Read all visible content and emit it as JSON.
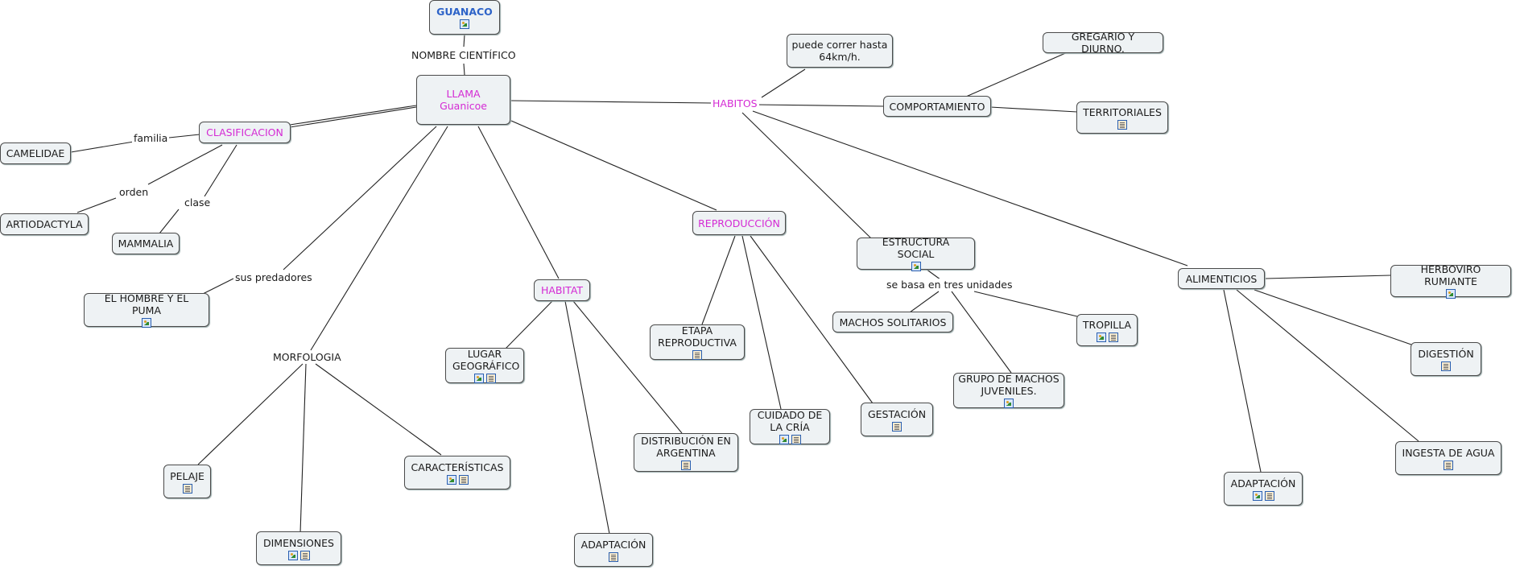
{
  "diagram": {
    "nodes": {
      "guanaco": {
        "text": "GUANACO"
      },
      "llama": {
        "text": "LLAMA Guanicoe"
      },
      "clasificacion": {
        "text": "CLASIFICACION"
      },
      "camelidae": {
        "text": "CAMELIDAE"
      },
      "artiodactyla": {
        "text": "ARTIODACTYLA"
      },
      "mammalia": {
        "text": "MAMMALIA"
      },
      "hombre_puma": {
        "text": "EL HOMBRE Y EL PUMA"
      },
      "pelaje": {
        "text": "PELAJE"
      },
      "dimensiones": {
        "text": "DIMENSIONES"
      },
      "caracteristicas": {
        "text": "CARACTERÍSTICAS"
      },
      "habitat": {
        "text": "HABITAT"
      },
      "lugar": {
        "text": "LUGAR GEOGRÁFICO"
      },
      "adaptacion_habitat": {
        "text": "ADAPTACIÓN"
      },
      "distribucion": {
        "text": "DISTRIBUCIÓN EN ARGENTINA"
      },
      "reproduccion": {
        "text": "REPRODUCCIÓN"
      },
      "etapa": {
        "text": "ETAPA REPRODUCTIVA"
      },
      "cuidado": {
        "text": "CUIDADO DE LA CRÍA"
      },
      "gestacion": {
        "text": "GESTACIÓN"
      },
      "correr": {
        "text": "puede correr hasta 64km/h."
      },
      "gregario": {
        "text": "GREGARIO Y DIURNO."
      },
      "comportamiento": {
        "text": "COMPORTAMIENTO"
      },
      "territoriales": {
        "text": "TERRITORIALES"
      },
      "estructura": {
        "text": "ESTRUCTURA SOCIAL"
      },
      "machos": {
        "text": "MACHOS SOLITARIOS"
      },
      "tropilla": {
        "text": "TROPILLA"
      },
      "grupo": {
        "text": "GRUPO DE MACHOS JUVENILES."
      },
      "alimenticios": {
        "text": "ALIMENTICIOS"
      },
      "herboviro": {
        "text": "HERBOVIRO RUMIANTE"
      },
      "digestion": {
        "text": "DIGESTIÓN"
      },
      "ingesta": {
        "text": "INGESTA DE AGUA"
      },
      "adaptacion_alim": {
        "text": "ADAPTACIÓN"
      }
    },
    "link_labels": {
      "nombre": "NOMBRE CIENTÍFICO",
      "familia": "familia",
      "orden": "orden",
      "clase": "clase",
      "predadores": "sus predadores",
      "morfologia": "MORFOLOGIA",
      "habitos": "HABITOS",
      "unidades": "se basa en tres unidades"
    },
    "colors": {
      "concept_pink": "#d42ad4",
      "root_blue": "#2d63c8",
      "node_fill": "#eef2f4",
      "node_border": "#4a4a4a"
    }
  }
}
